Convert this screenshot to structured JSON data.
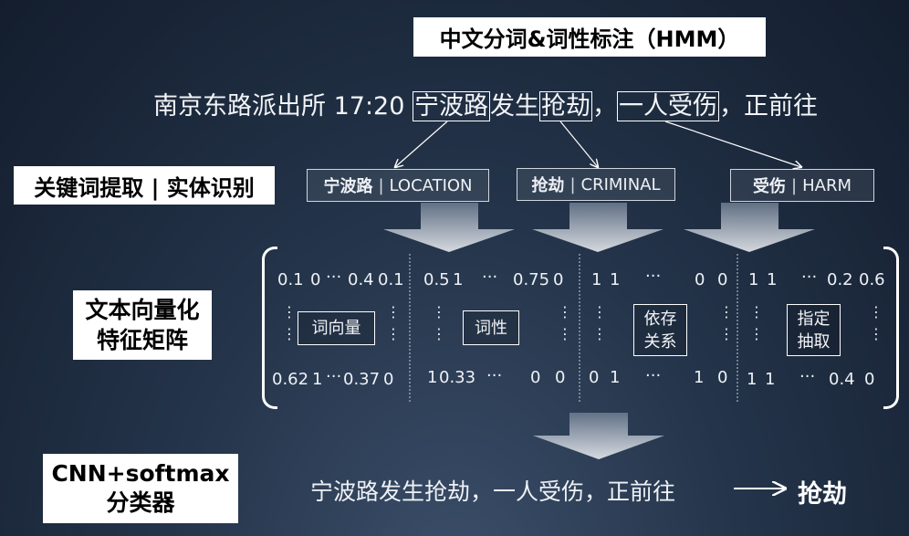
{
  "title": "中文分词&词性标注（HMM）",
  "sentence": {
    "prefix": "南京东路派出所 17:20 ",
    "w1": "宁波路",
    "m1": "发生",
    "w2": "抢劫",
    "m2": "，",
    "w3": "一人受伤",
    "m3": "，正前往"
  },
  "left_labels": {
    "keyword": "关键词提取 | 实体识别",
    "vector_line1": "文本向量化",
    "vector_line2": "特征矩阵",
    "classifier_line1": "CNN+softmax",
    "classifier_line2": "分类器"
  },
  "entities": [
    {
      "word": "宁波路",
      "tag": "LOCATION"
    },
    {
      "word": "抢劫",
      "tag": "CRIMINAL"
    },
    {
      "word": "受伤",
      "tag": "HARM"
    }
  ],
  "matrix": {
    "features": [
      "词向量",
      "词性",
      "依存关系",
      "指定抽取"
    ],
    "feature_lines": [
      [
        "词向量"
      ],
      [
        "词性"
      ],
      [
        "依存",
        "关系"
      ],
      [
        "指定",
        "抽取"
      ]
    ],
    "top_rows": [
      [
        "0.1",
        "0",
        "···",
        "0.4",
        "0.1"
      ],
      [
        "0.5",
        "1",
        "···",
        "0.75",
        "0"
      ],
      [
        "1",
        "1",
        "···",
        "0",
        "0"
      ],
      [
        "1",
        "1",
        "···",
        "0.2",
        "0.6"
      ]
    ],
    "bottom_rows": [
      [
        "0.62",
        "1",
        "···",
        "0.37",
        "0"
      ],
      [
        "1",
        "0.33",
        "···",
        "0",
        "0"
      ],
      [
        "0",
        "1",
        "···",
        "1",
        "0"
      ],
      [
        "1",
        "1",
        "···",
        "0.4",
        "0"
      ]
    ]
  },
  "output": {
    "sentence": "宁波路发生抢劫，一人受伤，正前往",
    "result": "抢劫"
  },
  "colors": {
    "background_dark": "#131d2d",
    "background_light": "#3c4f6a",
    "label_bg": "#ffffff"
  }
}
